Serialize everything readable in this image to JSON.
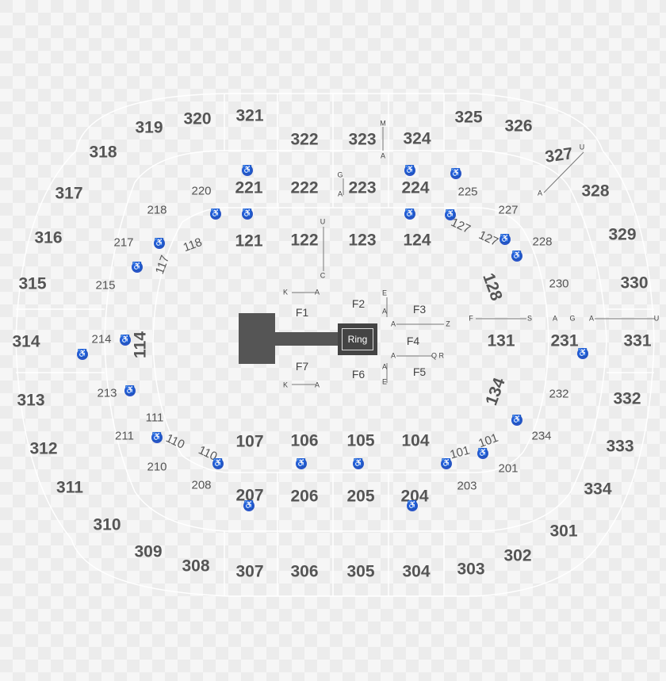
{
  "map": {
    "colors": {
      "section_text": "#555555",
      "wheelchair": "#2a55c8",
      "stage": "#555555",
      "ring": "#444444",
      "background": "#ececec"
    },
    "sections_300": [
      "301",
      "302",
      "303",
      "304",
      "305",
      "306",
      "307",
      "308",
      "309",
      "310",
      "311",
      "312",
      "313",
      "314",
      "315",
      "316",
      "317",
      "318",
      "319",
      "320",
      "321",
      "322",
      "323",
      "324",
      "325",
      "326",
      "327",
      "328",
      "329",
      "330",
      "331",
      "332",
      "333",
      "334"
    ],
    "sections_200": [
      "201",
      "203",
      "204",
      "205",
      "206",
      "207",
      "208",
      "210",
      "211",
      "213",
      "214",
      "215",
      "217",
      "218",
      "220",
      "221",
      "222",
      "223",
      "224",
      "225",
      "227",
      "228",
      "230",
      "231",
      "232",
      "234"
    ],
    "sections_100": [
      "101",
      "101",
      "104",
      "105",
      "106",
      "107",
      "110",
      "110",
      "111",
      "114",
      "117",
      "118",
      "121",
      "122",
      "123",
      "124",
      "127",
      "127",
      "128",
      "131",
      "134"
    ],
    "floor": [
      "F1",
      "F2",
      "F3",
      "F4",
      "F5",
      "F6",
      "F7"
    ],
    "ring_label": "Ring",
    "row_letters": [
      "M",
      "A",
      "G",
      "A",
      "U",
      "C",
      "U",
      "A",
      "K",
      "A",
      "E",
      "A",
      "A",
      "Z",
      "A",
      "Q R",
      "A",
      "E",
      "K",
      "A",
      "F",
      "S",
      "A",
      "G",
      "A",
      "U"
    ],
    "wheelchair_icon": "wheelchair-icon",
    "wheelchair_glyph": "♿"
  }
}
